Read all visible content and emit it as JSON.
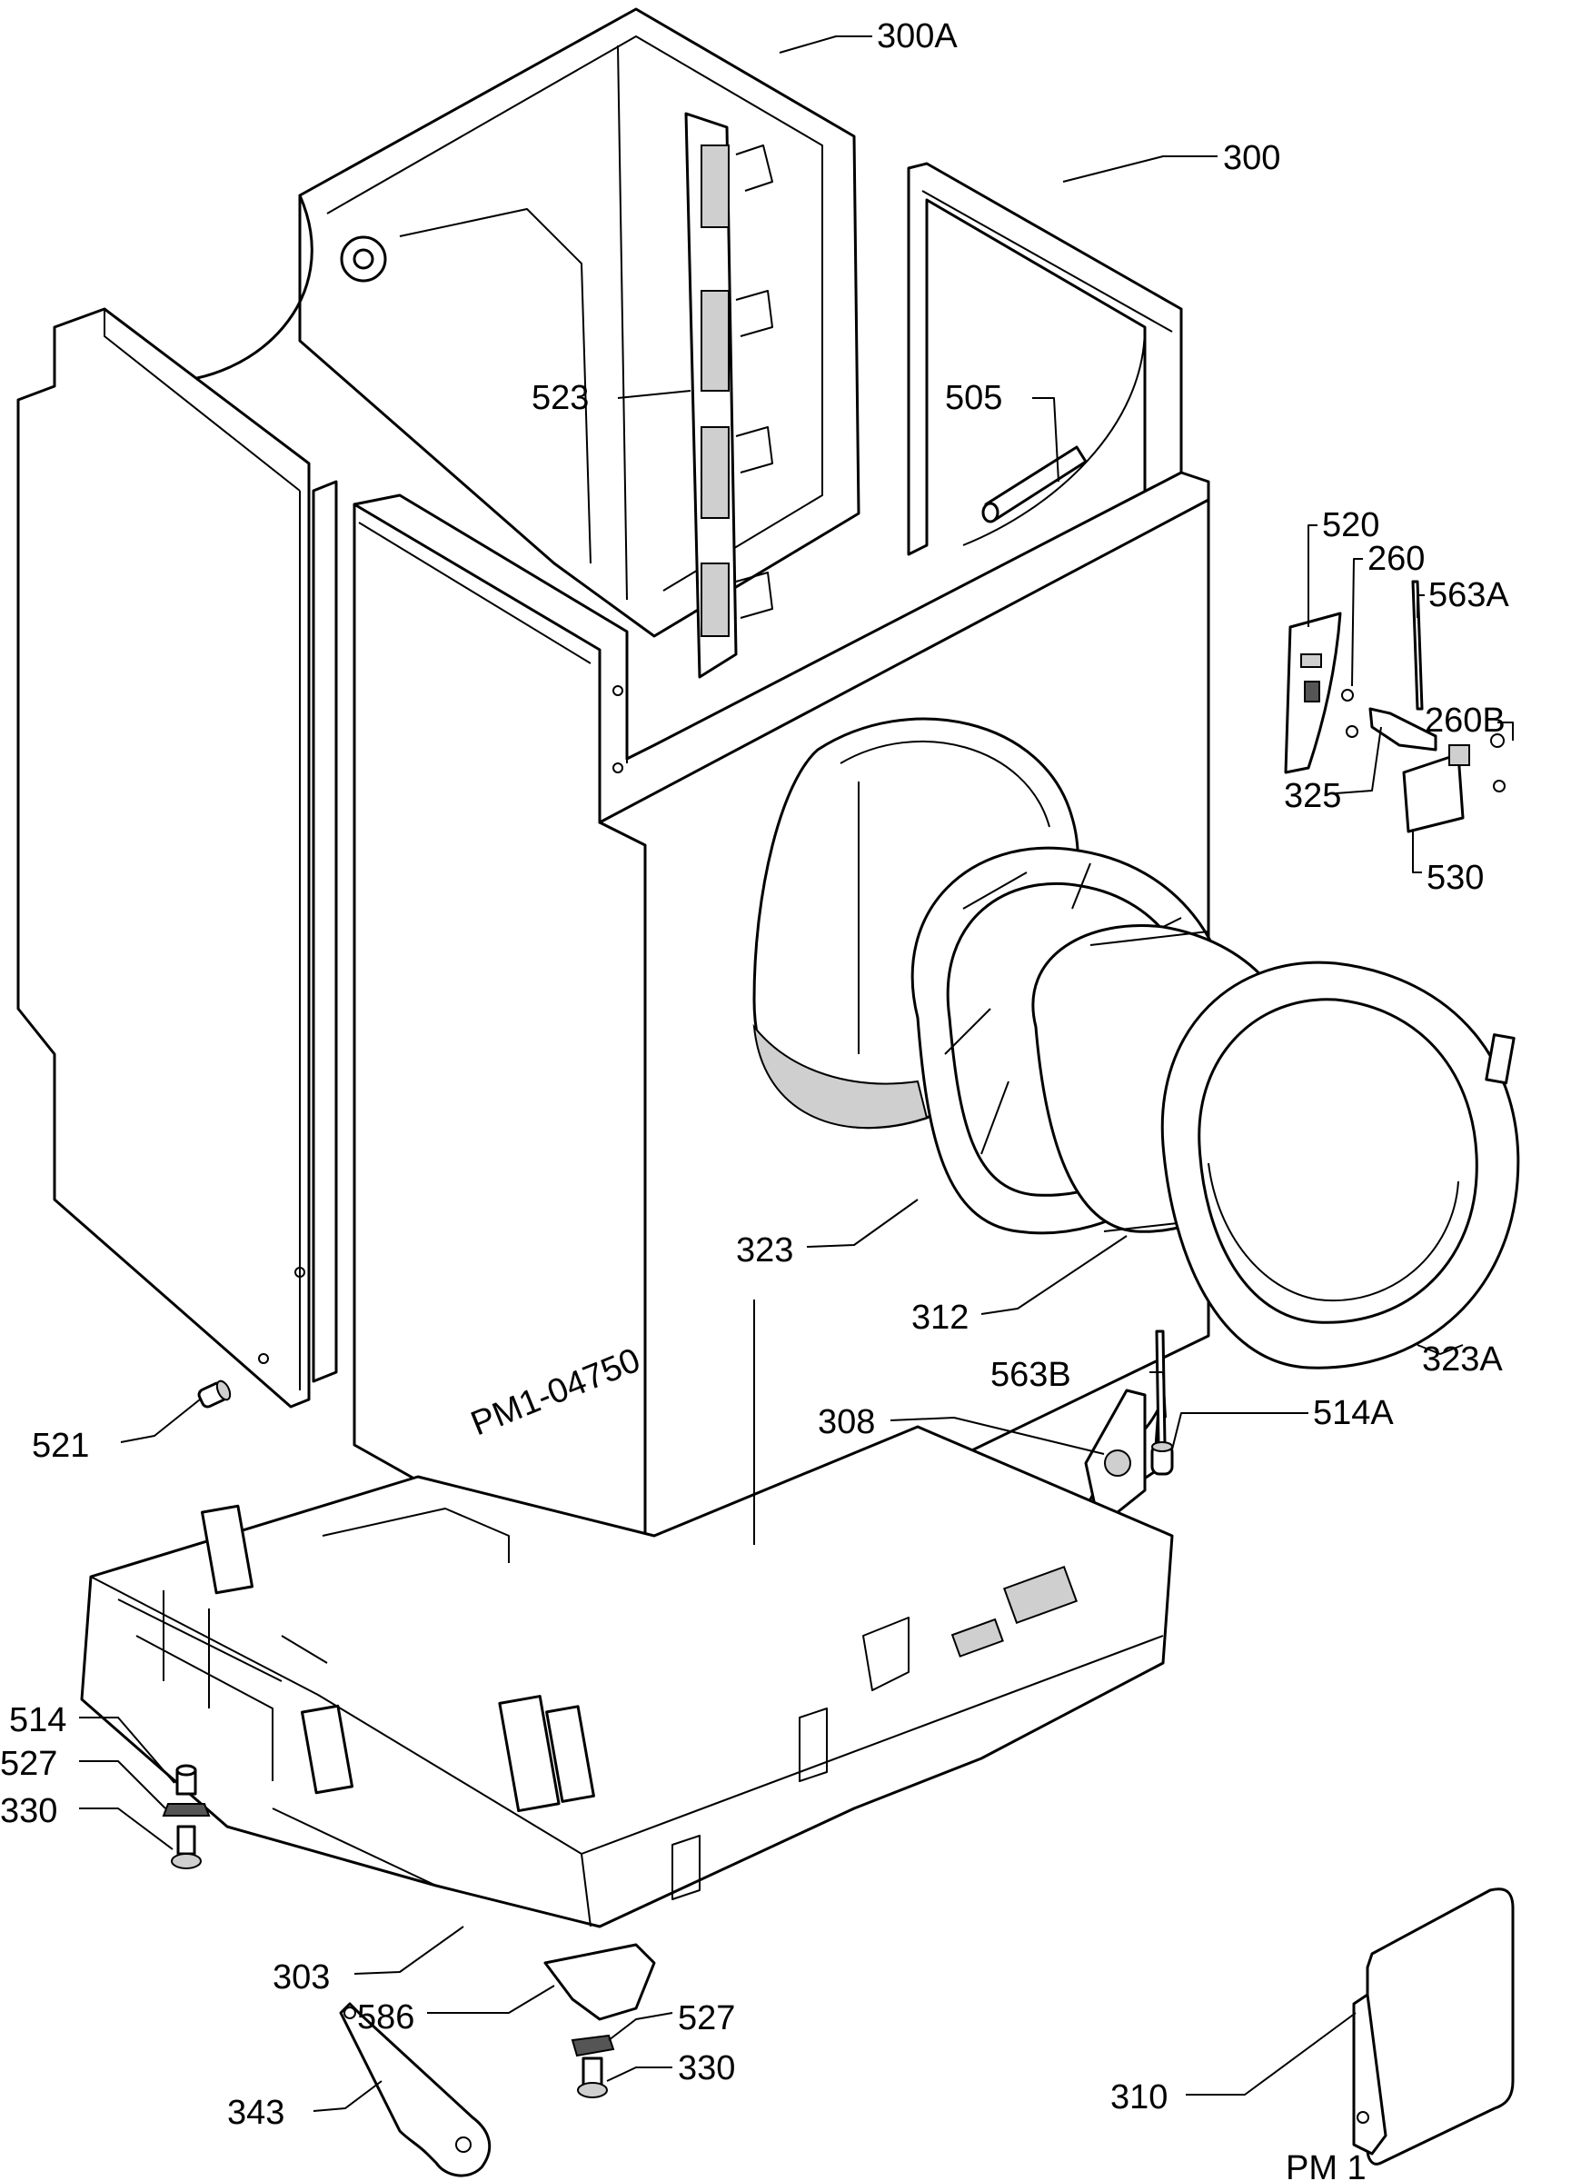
{
  "footer_code": "PM 1",
  "drawing_ref": "PM1-04750",
  "callouts": [
    {
      "id": "c300a",
      "text": "300A"
    },
    {
      "id": "c300",
      "text": "300"
    },
    {
      "id": "c523",
      "text": "523"
    },
    {
      "id": "c505",
      "text": "505"
    },
    {
      "id": "c520",
      "text": "520"
    },
    {
      "id": "c260",
      "text": "260"
    },
    {
      "id": "c563a",
      "text": "563A"
    },
    {
      "id": "c260b",
      "text": "260B"
    },
    {
      "id": "c325",
      "text": "325"
    },
    {
      "id": "c530",
      "text": "530"
    },
    {
      "id": "c323",
      "text": "323"
    },
    {
      "id": "c312",
      "text": "312"
    },
    {
      "id": "c323a",
      "text": "323A"
    },
    {
      "id": "c563b",
      "text": "563B"
    },
    {
      "id": "c514a",
      "text": "514A"
    },
    {
      "id": "c308",
      "text": "308"
    },
    {
      "id": "c521",
      "text": "521"
    },
    {
      "id": "c514",
      "text": "514"
    },
    {
      "id": "c527l",
      "text": "527"
    },
    {
      "id": "c330l",
      "text": "330"
    },
    {
      "id": "c303",
      "text": "303"
    },
    {
      "id": "c586",
      "text": "586"
    },
    {
      "id": "c527r",
      "text": "527"
    },
    {
      "id": "c330r",
      "text": "330"
    },
    {
      "id": "c343",
      "text": "343"
    },
    {
      "id": "c310",
      "text": "310"
    }
  ]
}
